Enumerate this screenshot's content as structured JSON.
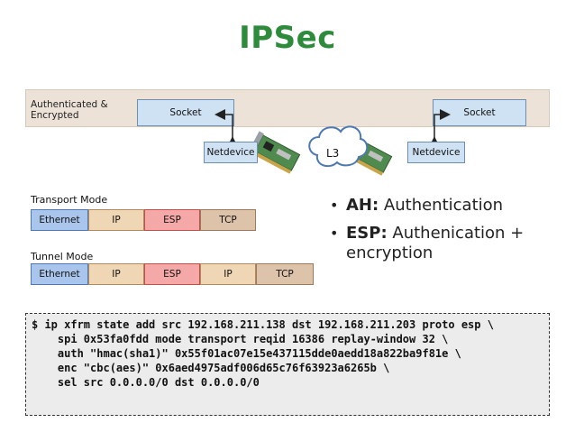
{
  "title": "IPSec",
  "band": {
    "label": "Authenticated & Encrypted"
  },
  "sockets": {
    "left": "Socket",
    "right": "Socket"
  },
  "netdevices": {
    "left": "Netdevice",
    "right": "Netdevice"
  },
  "cloud": {
    "label": "L3"
  },
  "transport": {
    "label": "Transport Mode",
    "segments": [
      "Ethernet",
      "IP",
      "ESP",
      "TCP"
    ]
  },
  "tunnel": {
    "label": "Tunnel Mode",
    "segments": [
      "Ethernet",
      "IP",
      "ESP",
      "IP",
      "TCP"
    ]
  },
  "bullets": [
    {
      "term": "AH:",
      "text": " Authentication"
    },
    {
      "term": "ESP:",
      "text": " Authenication + encryption"
    }
  ],
  "code": {
    "lines": [
      "$ ip xfrm state add src 192.168.211.138 dst 192.168.211.203 proto esp \\",
      "    spi 0x53fa0fdd mode transport reqid 16386 replay-window 32 \\",
      "    auth \"hmac(sha1)\" 0x55f01ac07e15e437115dde0aedd18a822ba9f81e \\",
      "    enc \"cbc(aes)\" 0x6aed4975adf006d65c76f63923a6265b \\",
      "    sel src 0.0.0.0/0 dst 0.0.0.0/0"
    ]
  },
  "colors": {
    "title": "#2e8b3c",
    "band": "#ede2d8",
    "box": "#cfe2f3",
    "ethernet": "#a9c5eb",
    "ip": "#efd6b4",
    "esp": "#f4a8a8",
    "tcp": "#dcc3a9"
  },
  "icons": [
    "network-card-icon",
    "cloud-icon"
  ]
}
